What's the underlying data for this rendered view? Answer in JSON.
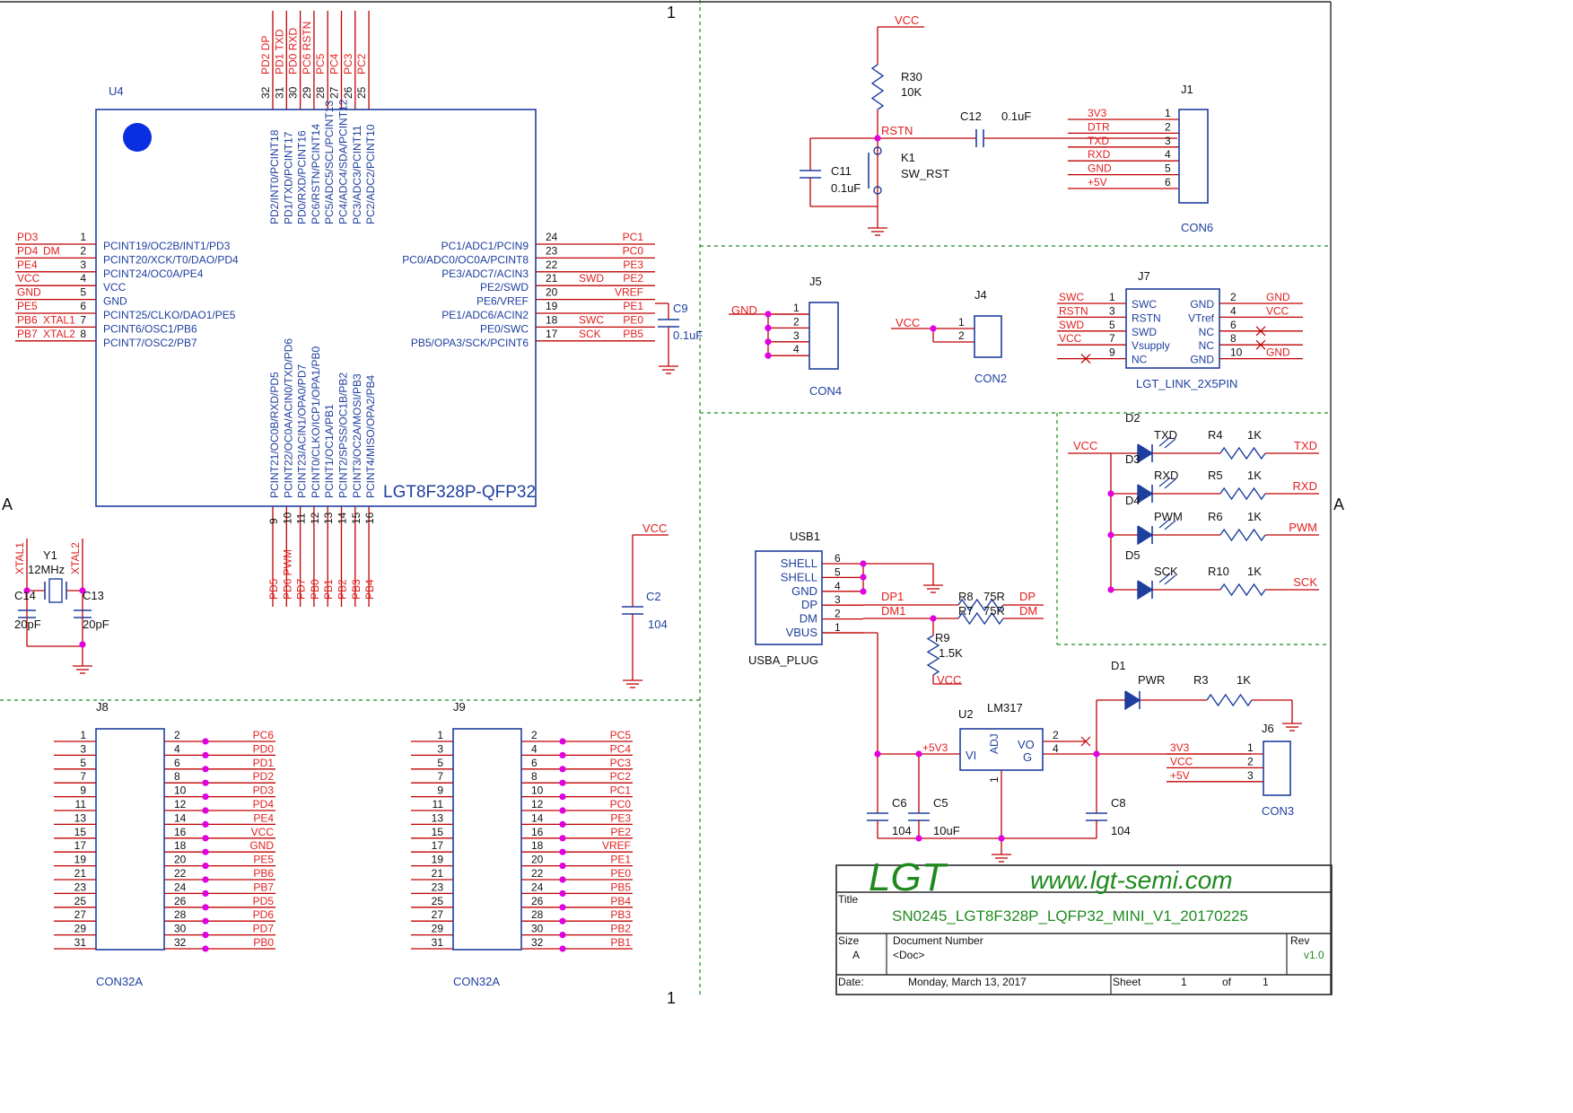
{
  "frame": {
    "top_label": "1",
    "bottom_label": "1",
    "left_label": "A",
    "right_label": "A"
  },
  "u4": {
    "ref": "U4",
    "part": "LGT8F328P-QFP32",
    "left_pins": [
      {
        "num": "1",
        "net": "PD3",
        "extra": "",
        "func": "PCINT19/OC2B/INT1/PD3"
      },
      {
        "num": "2",
        "net": "PD4",
        "extra": "DM",
        "func": "PCINT20/XCK/T0/DAO/PD4"
      },
      {
        "num": "3",
        "net": "PE4",
        "extra": "",
        "func": "PCINT24/OC0A/PE4"
      },
      {
        "num": "4",
        "net": "VCC",
        "extra": "",
        "func": "VCC"
      },
      {
        "num": "5",
        "net": "GND",
        "extra": "",
        "func": "GND"
      },
      {
        "num": "6",
        "net": "PE5",
        "extra": "",
        "func": "PCINT25/CLKO/DAO1/PE5"
      },
      {
        "num": "7",
        "net": "PB6",
        "extra": "XTAL1",
        "func": "PCINT6/OSC1/PB6"
      },
      {
        "num": "8",
        "net": "PB7",
        "extra": "XTAL2",
        "func": "PCINT7/OSC2/PB7"
      }
    ],
    "right_pins": [
      {
        "num": "24",
        "net": "PC1",
        "extra": "",
        "func": "PC1/ADC1/PCIN9"
      },
      {
        "num": "23",
        "net": "PC0",
        "extra": "",
        "func": "PC0/ADC0/OC0A/PCINT8"
      },
      {
        "num": "22",
        "net": "PE3",
        "extra": "",
        "func": "PE3/ADC7/ACIN3"
      },
      {
        "num": "21",
        "net": "PE2",
        "extra": "SWD",
        "func": "PE2/SWD"
      },
      {
        "num": "20",
        "net": "VREF",
        "extra": "",
        "func": "PE6/VREF"
      },
      {
        "num": "19",
        "net": "PE1",
        "extra": "",
        "func": "PE1/ADC6/ACIN2"
      },
      {
        "num": "18",
        "net": "PE0",
        "extra": "SWC",
        "func": "PE0/SWC"
      },
      {
        "num": "17",
        "net": "PB5",
        "extra": "SCK",
        "func": "PB5/OPA3/SCK/PCINT6"
      }
    ],
    "top_pins": [
      {
        "num": "32",
        "net": "PD2 DP",
        "func": "PD2/INT0/PCINT18"
      },
      {
        "num": "31",
        "net": "PD1 TXD",
        "func": "PD1/TXD/PCINT17"
      },
      {
        "num": "30",
        "net": "PD0 RXD",
        "func": "PD0/RXD/PCINT16"
      },
      {
        "num": "29",
        "net": "PC6 RSTN",
        "func": "PC6/RSTN/PCINT14"
      },
      {
        "num": "28",
        "net": "PC5",
        "func": "PC5/ADC5/SCL/PCINT13"
      },
      {
        "num": "27",
        "net": "PC4",
        "func": "PC4/ADC4/SDA/PCINT12"
      },
      {
        "num": "26",
        "net": "PC3",
        "func": "PC3/ADC3/PCINT11"
      },
      {
        "num": "25",
        "net": "PC2",
        "func": "PC2/ADC2/PCINT10"
      }
    ],
    "bottom_pins": [
      {
        "num": "9",
        "net": "PD5",
        "func": "PCINT21/OC0B/RXD/PD5"
      },
      {
        "num": "10",
        "net": "PD6 PWM",
        "func": "PCINT22/OC0A/ACIN0/TXD/PD6"
      },
      {
        "num": "11",
        "net": "PD7",
        "func": "PCINT23/ACIN1/OPA0/PD7"
      },
      {
        "num": "12",
        "net": "PB0",
        "func": "PCINT0/CLKO/ICP1/OPA1/PB0"
      },
      {
        "num": "13",
        "net": "PB1",
        "func": "PCINT1/OC1A/PB1"
      },
      {
        "num": "14",
        "net": "PB2",
        "func": "PCINT2/SPSS/OC1B/PB2"
      },
      {
        "num": "15",
        "net": "PB3",
        "func": "PCINT3/OC2A/MOSI/PB3"
      },
      {
        "num": "16",
        "net": "PB4",
        "func": "PCINT4/MISO/OPA2/PB4"
      }
    ]
  },
  "c9": {
    "ref": "C9",
    "val": "0.1uF"
  },
  "crystal": {
    "ref": "Y1",
    "val": "12MHz",
    "net1": "XTAL1",
    "net2": "XTAL2",
    "c14": "C14",
    "c14v": "20pF",
    "c13": "C13",
    "c13v": "20pF"
  },
  "c2": {
    "ref": "C2",
    "val": "104",
    "net": "VCC"
  },
  "reset": {
    "vcc": "VCC",
    "r30": "R30",
    "r30v": "10K",
    "net": "RSTN",
    "c12": "C12",
    "c12v": "0.1uF",
    "c11": "C11",
    "c11v": "0.1uF",
    "k1": "K1",
    "k1v": "SW_RST"
  },
  "j1": {
    "ref": "J1",
    "part": "CON6",
    "pins": [
      {
        "num": "1",
        "net": "3V3"
      },
      {
        "num": "2",
        "net": "DTR"
      },
      {
        "num": "3",
        "net": "TXD"
      },
      {
        "num": "4",
        "net": "RXD"
      },
      {
        "num": "5",
        "net": "GND"
      },
      {
        "num": "6",
        "net": "+5V"
      }
    ]
  },
  "j5": {
    "ref": "J5",
    "part": "CON4",
    "net": "GND",
    "pins": [
      "1",
      "2",
      "3",
      "4"
    ]
  },
  "j4": {
    "ref": "J4",
    "part": "CON2",
    "net": "VCC",
    "pins": [
      "1",
      "2"
    ]
  },
  "j7": {
    "ref": "J7",
    "part": "LGT_LINK_2X5PIN",
    "left": [
      {
        "num": "1",
        "net": "SWC",
        "func": "SWC"
      },
      {
        "num": "3",
        "net": "RSTN",
        "func": "RSTN"
      },
      {
        "num": "5",
        "net": "SWD",
        "func": "SWD"
      },
      {
        "num": "7",
        "net": "VCC",
        "func": "Vsupply"
      },
      {
        "num": "9",
        "net": "",
        "func": "NC"
      }
    ],
    "right": [
      {
        "num": "2",
        "net": "GND",
        "func": "GND"
      },
      {
        "num": "4",
        "net": "VCC",
        "func": "VTref"
      },
      {
        "num": "6",
        "net": "",
        "func": "NC"
      },
      {
        "num": "8",
        "net": "",
        "func": "NC"
      },
      {
        "num": "10",
        "net": "GND",
        "func": "GND"
      }
    ]
  },
  "leds": {
    "vcc": "VCC",
    "rows": [
      {
        "d": "D2",
        "name": "TXD",
        "r": "R4",
        "rv": "1K",
        "net": "TXD"
      },
      {
        "d": "D3",
        "name": "RXD",
        "r": "R5",
        "rv": "1K",
        "net": "RXD"
      },
      {
        "d": "D4",
        "name": "PWM",
        "r": "R6",
        "rv": "1K",
        "net": "PWM"
      },
      {
        "d": "D5",
        "name": "SCK",
        "r": "R10",
        "rv": "1K",
        "net": "SCK"
      }
    ]
  },
  "usb": {
    "ref": "USB1",
    "part": "USBA_PLUG",
    "pins": [
      {
        "num": "6",
        "name": "SHELL"
      },
      {
        "num": "5",
        "name": "SHELL"
      },
      {
        "num": "4",
        "name": "GND"
      },
      {
        "num": "3",
        "name": "DP"
      },
      {
        "num": "2",
        "name": "DM"
      },
      {
        "num": "1",
        "name": "VBUS"
      }
    ],
    "dp1": "DP1",
    "dm1": "DM1",
    "r8": "R8",
    "r8v": "75R",
    "r7": "R7",
    "r7v": "75R",
    "dp": "DP",
    "dm": "DM",
    "r9": "R9",
    "r9v": "1.5K",
    "r9net": "VCC"
  },
  "reg": {
    "ref": "U2",
    "part": "LM317",
    "vi": "VI",
    "adj": "ADJ",
    "vo": "VO",
    "g": "G",
    "p1": "1",
    "p2": "2",
    "p4": "4",
    "in_net": "+5V3",
    "c6": "C6",
    "c6v": "104",
    "c5": "C5",
    "c5v": "10uF",
    "c8": "C8",
    "c8v": "104",
    "d1": "D1",
    "pwr": "PWR",
    "r3": "R3",
    "r3v": "1K"
  },
  "j6": {
    "ref": "J6",
    "part": "CON3",
    "pins": [
      {
        "num": "1",
        "net": "3V3"
      },
      {
        "num": "2",
        "net": "VCC"
      },
      {
        "num": "3",
        "net": "+5V"
      }
    ]
  },
  "j8": {
    "ref": "J8",
    "part": "CON32A",
    "nets": [
      "PC6",
      "PD0",
      "PD1",
      "PD2",
      "PD3",
      "PD4",
      "PE4",
      "VCC",
      "GND",
      "PE5",
      "PB6",
      "PB7",
      "PD5",
      "PD6",
      "PD7",
      "PB0"
    ]
  },
  "j9": {
    "ref": "J9",
    "part": "CON32A",
    "nets": [
      "PC5",
      "PC4",
      "PC3",
      "PC2",
      "PC1",
      "PC0",
      "PE3",
      "PE2",
      "VREF",
      "PE1",
      "PE0",
      "PB5",
      "PB4",
      "PB3",
      "PB2",
      "PB1"
    ]
  },
  "title_block": {
    "logo": "LGT",
    "url": "www.lgt-semi.com",
    "title_label": "Title",
    "title": "SN0245_LGT8F328P_LQFP32_MINI_V1_20170225",
    "size_label": "Size",
    "size": "A",
    "docnum_label": "Document Number",
    "docnum": "<Doc>",
    "rev_label": "Rev",
    "rev": "v1.0",
    "date_label": "Date:",
    "date": "Monday, March 13, 2017",
    "sheet_label": "Sheet",
    "sheet": "1",
    "of_label": "of",
    "of": "1"
  },
  "colors": {
    "wire": "#c00000",
    "net": "#e21f1f",
    "part": "#1f3f9f",
    "junction": "#e000e0",
    "border": "#2a2a2a",
    "divider": "#1a8a1a",
    "logo": "#1e8a1e"
  }
}
